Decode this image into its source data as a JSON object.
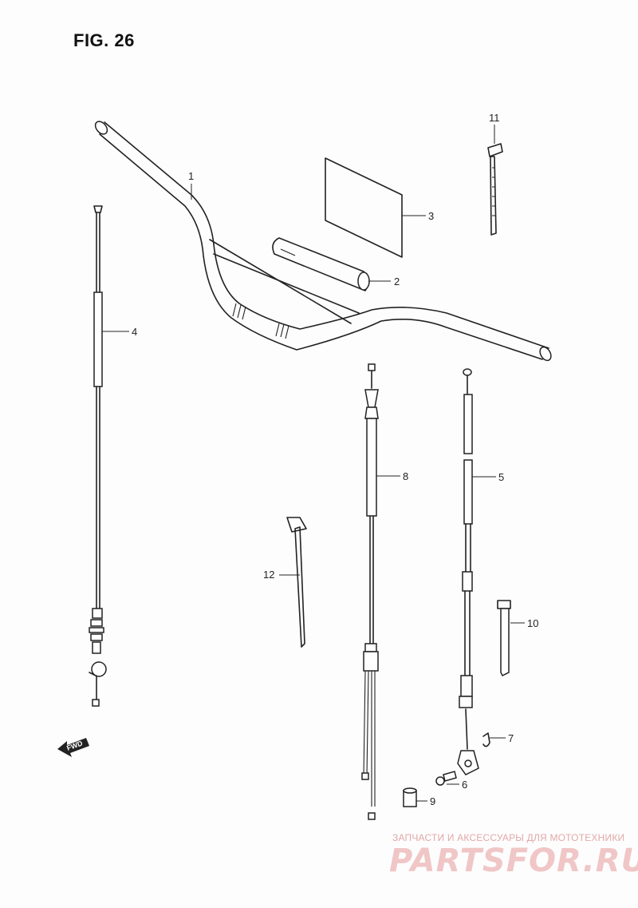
{
  "figure": {
    "title": "FIG. 26"
  },
  "parts": [
    {
      "num": "1",
      "part": "handlebar"
    },
    {
      "num": "2",
      "part": "handlebar-pad"
    },
    {
      "num": "3",
      "part": "sheet"
    },
    {
      "num": "4",
      "part": "cable"
    },
    {
      "num": "5",
      "part": "cable"
    },
    {
      "num": "6",
      "part": "pin"
    },
    {
      "num": "7",
      "part": "clip"
    },
    {
      "num": "8",
      "part": "cable"
    },
    {
      "num": "9",
      "part": "cap"
    },
    {
      "num": "10",
      "part": "band"
    },
    {
      "num": "11",
      "part": "strap"
    },
    {
      "num": "12",
      "part": "strap"
    }
  ],
  "direction_marker": {
    "label": "FWD"
  },
  "watermark": {
    "caption": "ЗАПЧАСТИ И АКСЕССУАРЫ ДЛЯ МОТОТЕХНИКИ",
    "logo": "PARTSFOR.RU"
  }
}
